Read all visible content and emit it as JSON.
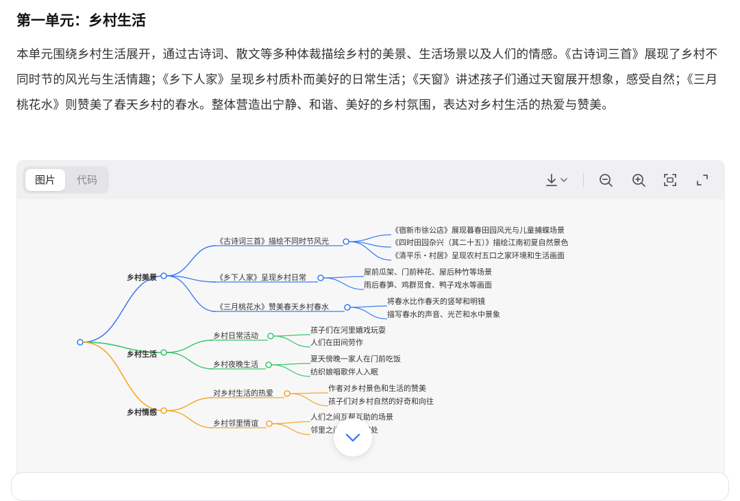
{
  "heading": "第一单元：乡村生活",
  "summary": "本单元围绕乡村生活展开，通过古诗词、散文等多种体裁描绘乡村的美景、生活场景以及人们的情感。《古诗词三首》展现了乡村不同时节的风光与生活情趣；《乡下人家》呈现乡村质朴而美好的日常生活；《天窗》讲述孩子们通过天窗展开想象，感受自然；《三月桃花水》则赞美了春天乡村的春水。整体营造出宁静、和谐、美好的乡村氛围，表达对乡村生活的热爱与赞美。",
  "toolbar": {
    "tab_image": "图片",
    "tab_code": "代码",
    "icons": [
      "download-icon",
      "chevron-down-icon",
      "zoom-out-icon",
      "zoom-in-icon",
      "fit-screen-icon",
      "fullscreen-icon"
    ]
  },
  "mindmap": {
    "branches": [
      {
        "label": "乡村美景",
        "color": "#3b7cf5",
        "children": [
          {
            "label": "《古诗词三首》描绘不同时节风光",
            "children": [
              "《宿新市徐公店》展现暮春田园风光与儿童捕蝶场景",
              "《四时田园杂兴（其二十五）》描绘江南初夏自然景色",
              "《清平乐・村居》呈现农村五口之家环境和生活画面"
            ]
          },
          {
            "label": "《乡下人家》呈现乡村日常",
            "children": [
              "屋前瓜架、门前种花、屋后种竹等场景",
              "雨后春笋、鸡群觅食、鸭子戏水等画面"
            ]
          },
          {
            "label": "《三月桃花水》赞美春天乡村春水",
            "children": [
              "将春水比作春天的竖琴和明镜",
              "描写春水的声音、光芒和水中景象"
            ]
          }
        ]
      },
      {
        "label": "乡村生活",
        "color": "#38c76a",
        "children": [
          {
            "label": "乡村日常活动",
            "children": [
              "孩子们在河里嬉戏玩耍",
              "人们在田间劳作"
            ]
          },
          {
            "label": "乡村夜晚生活",
            "children": [
              "夏天傍晚一家人在门前吃饭",
              "纺织娘唱歌伴人入眠"
            ]
          }
        ]
      },
      {
        "label": "乡村情感",
        "color": "#f5a623",
        "children": [
          {
            "label": "对乡村生活的热爱",
            "children": [
              "作者对乡村景色和生活的赞美",
              "孩子们对乡村自然的好奇和向往"
            ]
          },
          {
            "label": "乡村邻里情谊",
            "children": [
              "人们之间互帮互助的场景",
              "邻里之间的和睦相处"
            ]
          }
        ]
      }
    ]
  },
  "scroll_button_icon": "chevron-down-icon"
}
